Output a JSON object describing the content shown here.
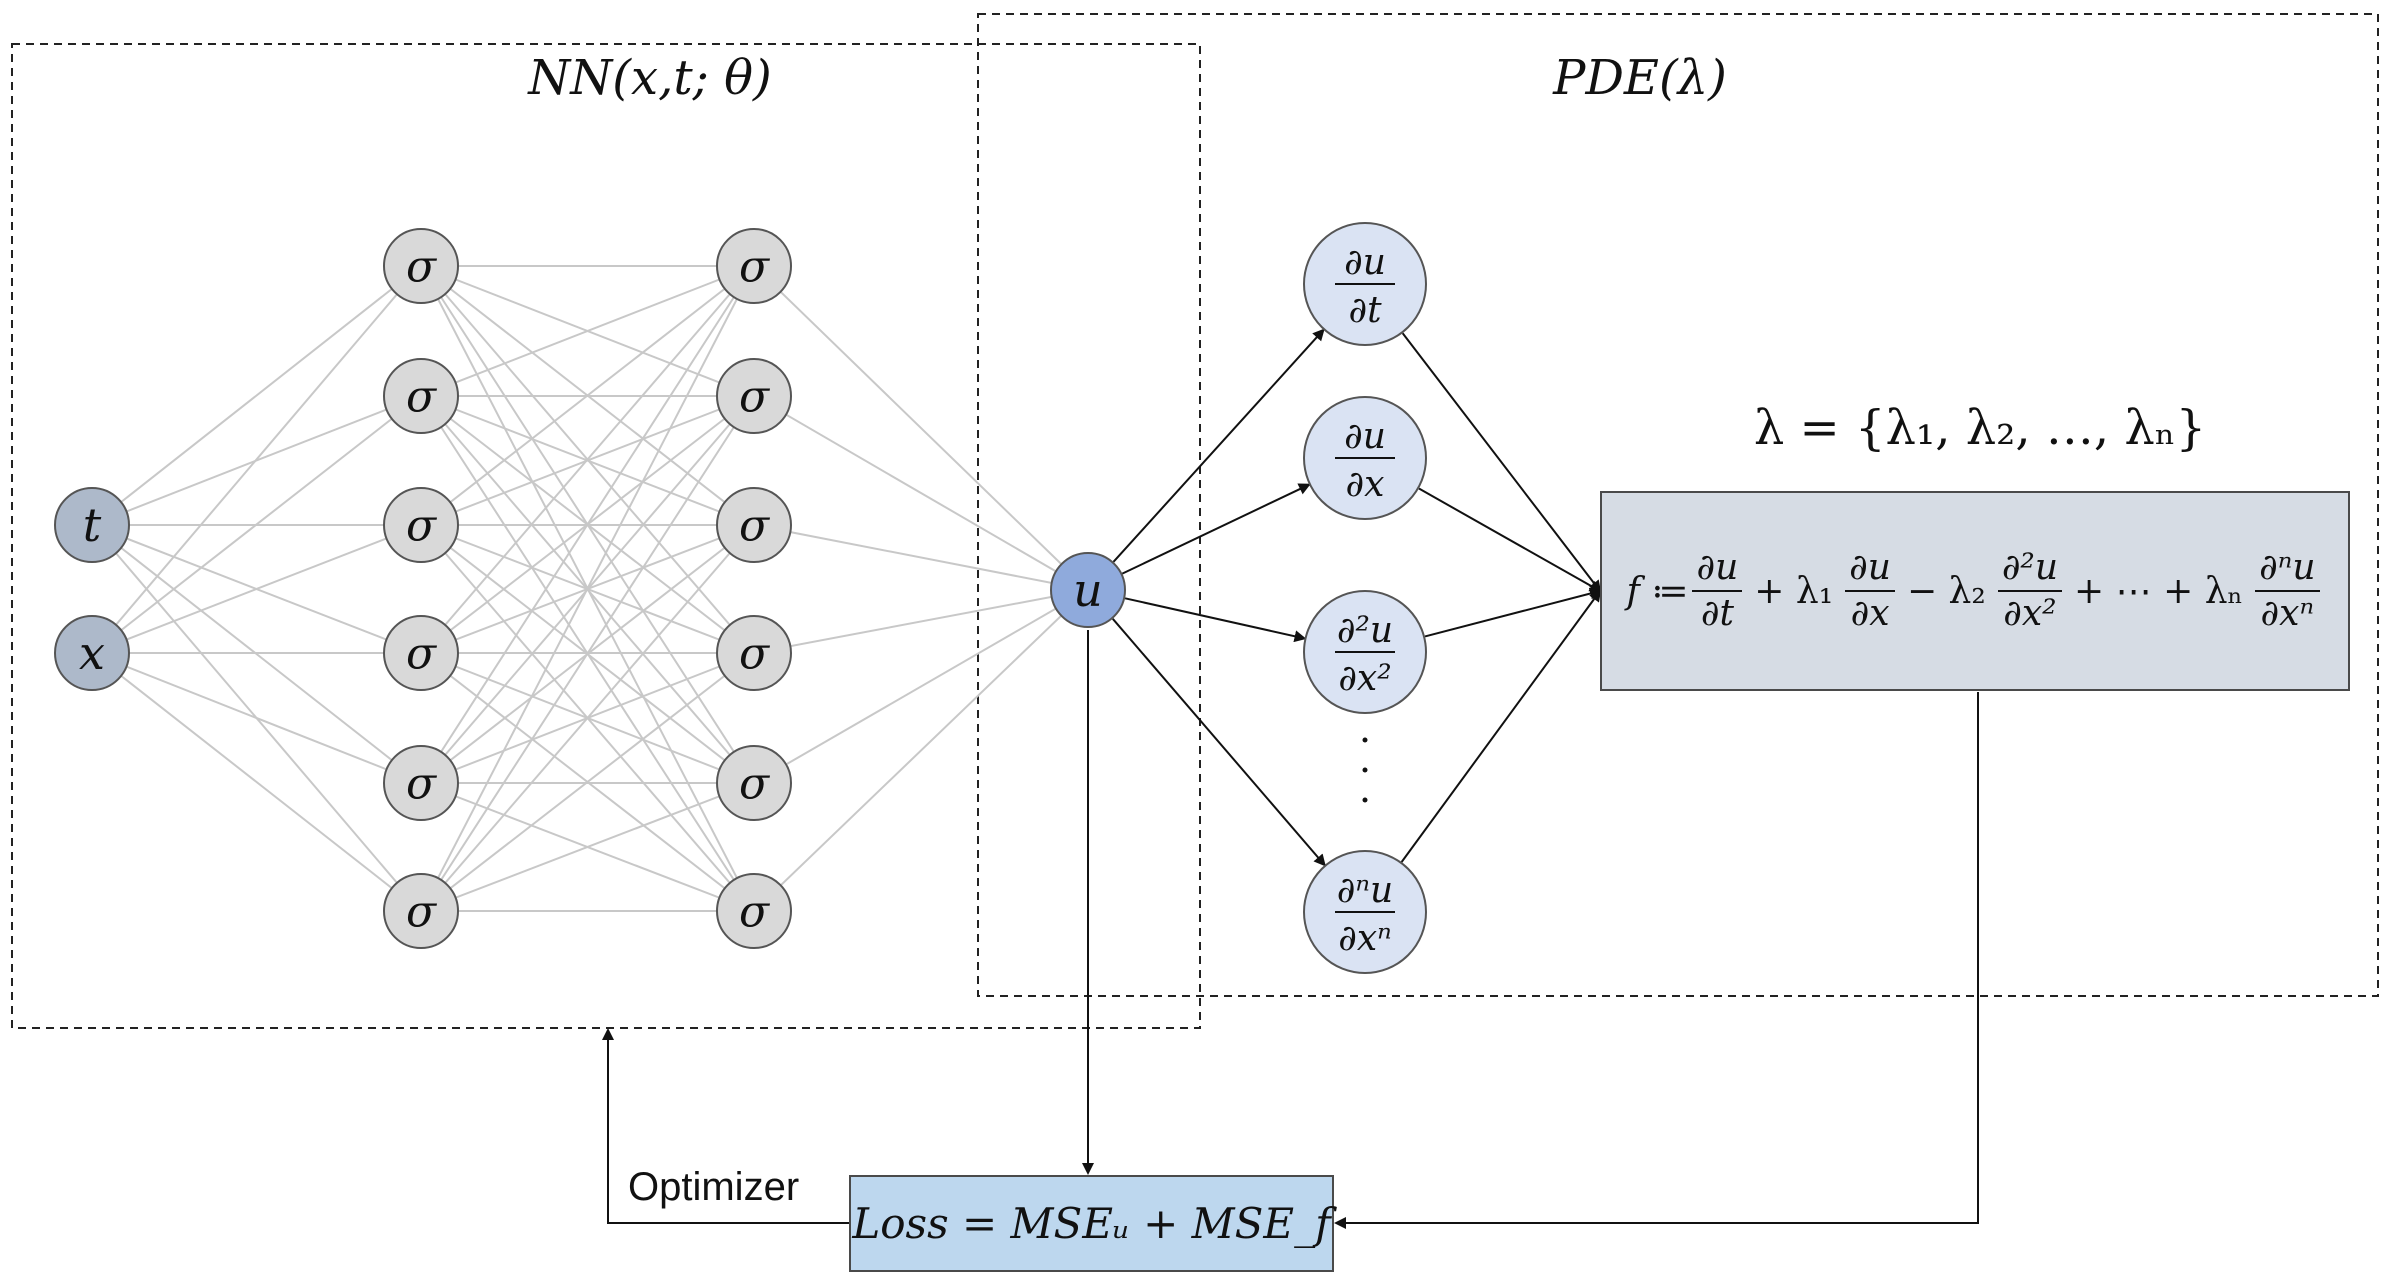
{
  "nn_title": "NN(x,t; θ)",
  "pde_title": "PDE(λ)",
  "inputs": [
    "t",
    "x"
  ],
  "hidden_symbol": "σ",
  "output": "u",
  "derivatives": [
    {
      "num": "∂u",
      "den": "∂t"
    },
    {
      "num": "∂u",
      "den": "∂x"
    },
    {
      "num": "∂²u",
      "den": "∂x²"
    },
    {
      "num": "∂ⁿu",
      "den": "∂xⁿ"
    }
  ],
  "ellipsis": "· · ·",
  "lambda_set": "λ = {λ₁, λ₂, …, λₙ}",
  "formula": {
    "lhs": "f ≔",
    "t1_num": "∂u",
    "t1_den": "∂t",
    "t2_coef": "+ λ₁",
    "t2_num": "∂u",
    "t2_den": "∂x",
    "t3_coef": "− λ₂",
    "t3_num": "∂²u",
    "t3_den": "∂x²",
    "t4_coef": "+ ⋯ + λₙ",
    "t4_num": "∂ⁿu",
    "t4_den": "∂xⁿ"
  },
  "loss": "Loss = MSEᵤ + MSE_f",
  "optimizer": "Optimizer",
  "colors": {
    "input_node": "#adb9ca",
    "hidden_node": "#d9d9d9",
    "output_node": "#8faadc",
    "derivative_node": "#dae3f3",
    "formula_box": "#d6dce4",
    "loss_box": "#bdd7ee"
  }
}
